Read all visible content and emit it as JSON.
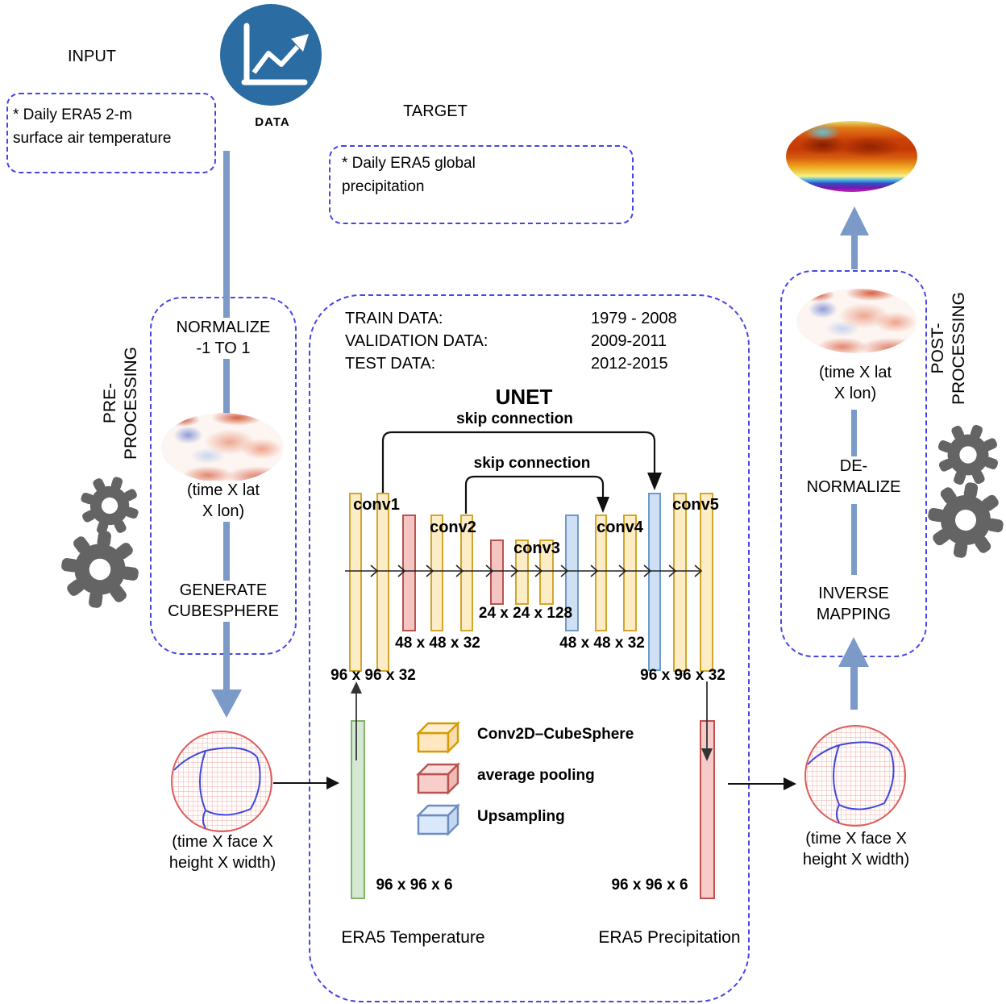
{
  "input": {
    "title": "INPUT",
    "note": "* Daily ERA5 2-m\nsurface air temperature"
  },
  "data_badge": {
    "label": "DATA"
  },
  "target": {
    "title": "TARGET",
    "note": "* Daily ERA5 global\nprecipitation"
  },
  "pre": {
    "stage": "PRE-\nPROCESSING",
    "normalize": "NORMALIZE\n-1 TO 1",
    "map_dims": "(time X lat\nX lon)",
    "generate": "GENERATE\nCUBESPHERE",
    "sphere_dims": "(time X face X\nheight X width)"
  },
  "unet": {
    "train_label": "TRAIN DATA:",
    "train_value": "1979 - 2008",
    "validation_label": "VALIDATION DATA:",
    "validation_value": "2009-2011",
    "test_label": "TEST DATA:",
    "test_value": "2012-2015",
    "title": "UNET",
    "skip_connection_1": "skip connection",
    "skip_connection_2": "skip connection",
    "conv_labels": [
      "conv1",
      "conv2",
      "conv3",
      "conv4",
      "conv5"
    ],
    "dims": {
      "encoder_l1": "96 x 96 x 32",
      "encoder_l2": "48 x 48 x 32",
      "bottleneck": "24 x 24 x 128",
      "decoder_l2": "48 x 48 x 32",
      "decoder_l1": "96 x 96 x 32",
      "input": "96 x 96 x 6",
      "output": "96 x 96 x 6"
    },
    "input_label": "ERA5 Temperature",
    "output_label": "ERA5 Precipitation",
    "legend": [
      {
        "label": "Conv2D–CubeSphere",
        "fill": "#ffe7c2",
        "border": "#d79b00"
      },
      {
        "label": "average pooling",
        "fill": "#f8cecc",
        "border": "#b85450"
      },
      {
        "label": "Upsampling",
        "fill": "#dae8fc",
        "border": "#6c8ebf"
      }
    ]
  },
  "post": {
    "stage": "POST-\nPROCESSING",
    "map_dims": "(time X lat\nX lon)",
    "denormalize": "DE-\nNORMALIZE",
    "inverse": "INVERSE\nMAPPING",
    "sphere_dims": "(time X face X\nheight X width)"
  },
  "colors": {
    "dashed_border": "#4545e6",
    "flow_arrow": "#7b9ac8",
    "data_circle": "#2b6ca3",
    "conv_fill": "#fcedc6",
    "conv_border": "#d2a62a",
    "pool_fill": "#f5c5c3",
    "pool_border": "#b85450",
    "upsample_fill": "#cfe0f4",
    "upsample_border": "#6f99c9",
    "input_fill": "#d5e8d4",
    "input_border": "#82b366",
    "output_fill": "#f6cbc9",
    "output_border": "#c0504d",
    "gear": "#646464"
  }
}
